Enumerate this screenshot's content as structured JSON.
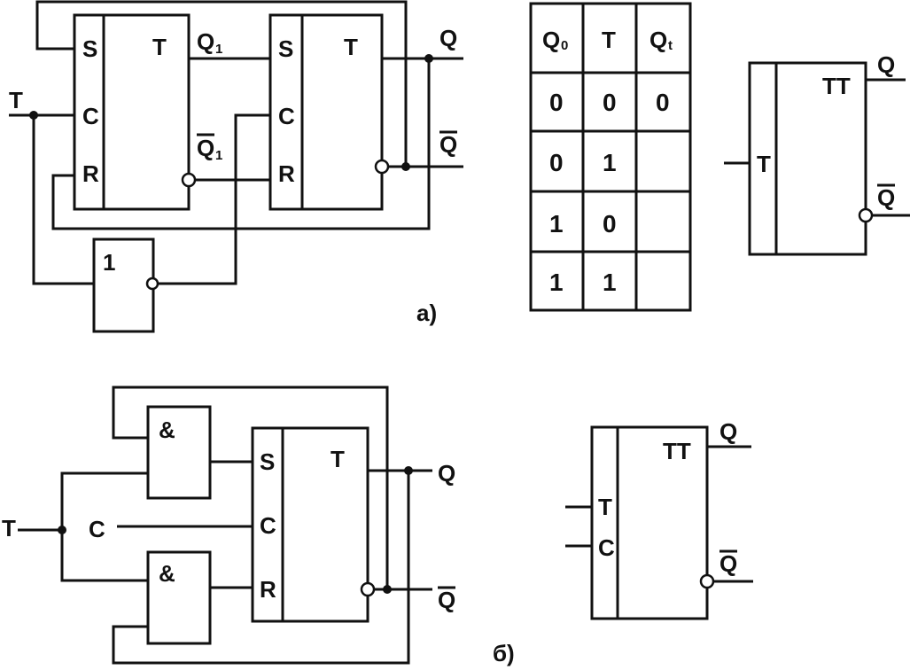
{
  "labels": {
    "part_a": "а)",
    "part_b": "б)",
    "s": "S",
    "c": "C",
    "r": "R",
    "t": "T",
    "q": "Q",
    "q_bar": "Q",
    "q1": "Q",
    "q1_sub": "1",
    "tt": "TT",
    "nor_gate": "1",
    "and_gate": "&"
  },
  "table": {
    "headers": [
      {
        "main": "Q",
        "sub": "0"
      },
      {
        "main": "T",
        "sub": ""
      },
      {
        "main": "Q",
        "sub": "t"
      }
    ],
    "rows": [
      [
        "0",
        "0",
        "0"
      ],
      [
        "0",
        "1",
        ""
      ],
      [
        "1",
        "0",
        ""
      ],
      [
        "1",
        "1",
        ""
      ]
    ]
  }
}
